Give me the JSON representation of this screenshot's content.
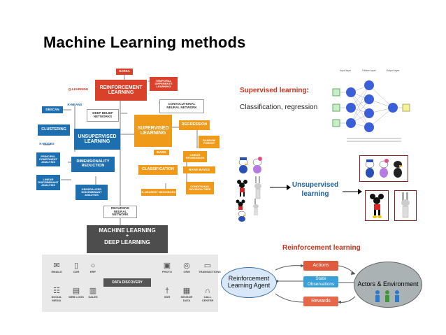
{
  "title": "Machine Learning methods",
  "mindmap": {
    "sarsa": "SARSA",
    "reinforcement": "REINFORCEMENT LEARNING",
    "temporal": "TEMPORAL DIFFERENTE LEARNING",
    "qlearning": "Q-LEARNING",
    "kmeans": "K-MEANS",
    "dbscan": "DBSCAN",
    "deep_belief": "DEEP BELIEF NETWORKS",
    "convolutional": "CONVOLUTIONAL NEURAL NETWORK",
    "clustering": "CLUSTERING",
    "unsupervised": "UNSUPERVISED LEARNING",
    "supervised": "SUPERVISED LEARNING",
    "regression": "REGRESSION",
    "random_forest": "RANDOM FOREST",
    "kmodes": "K-MODES",
    "pca": "PRINCIPAL COMPONENT ANALYSIS",
    "dimensionality": "DIMENSIONALITY REDUCTION",
    "mark": "MARK",
    "linear_regression": "LINEAR REGRESSION",
    "classification": "CLASSIFICATION",
    "naive_bayes": "NAIVE BAYES",
    "lda": "LINEAR DISCRIMINANT ANALYSIS",
    "gda": "GENERALIZED DISCRIMINANT ANALYSIS",
    "knn": "K-NEAREST NEIGHBORS",
    "cond_tree": "CONDITIONAL DECISION TREE",
    "rnn": "RECURSIVE NEURAL NETWORK",
    "ml_line1": "MACHINE LEARNING",
    "ml_plus": "+",
    "ml_line2": "DEEP LEARNING",
    "data_discovery": "DATA DISCOVERY",
    "sources": [
      {
        "label": "EMAILS",
        "icon": "email-icon"
      },
      {
        "label": "CDR",
        "icon": "phone-icon"
      },
      {
        "label": "ERP",
        "icon": "erp-icon"
      },
      {
        "label": "PHOTO",
        "icon": "camera-icon"
      },
      {
        "label": "CRM",
        "icon": "crm-icon"
      },
      {
        "label": "TRANSACTIONS",
        "icon": "card-icon"
      },
      {
        "label": "SOCIAL MEDIA",
        "icon": "social-icon"
      },
      {
        "label": "WEB LOGS",
        "icon": "weblog-icon"
      },
      {
        "label": "SALES",
        "icon": "sales-icon"
      },
      {
        "label": "XDR",
        "icon": "antenna-icon"
      },
      {
        "label": "SENSOR DATA",
        "icon": "sensor-icon"
      },
      {
        "label": "CALL CENTER",
        "icon": "headset-icon"
      }
    ]
  },
  "supervised_label": "Supervised learning",
  "supervised_colon": ":",
  "supervised_sub": "Classification, regression",
  "unsupervised_label_1": "Unsupervised",
  "unsupervised_label_2": "learning",
  "reinforcement_label": "Reinforcement learning",
  "rl_agent": "Reinforcement Learning Agent",
  "rl_env": "Actors & Environment",
  "rl_actions": "Actions",
  "rl_state": "State Observations",
  "rl_rewards": "Rewards",
  "nn_labels": {
    "input": "Input layer",
    "hidden": "Hidden layer",
    "output": "Output layer"
  },
  "colors": {
    "reinforcement": "#d9412a",
    "supervised": "#f09a1a",
    "unsupervised": "#1e6fb0",
    "dark": "#4d4d4d"
  }
}
